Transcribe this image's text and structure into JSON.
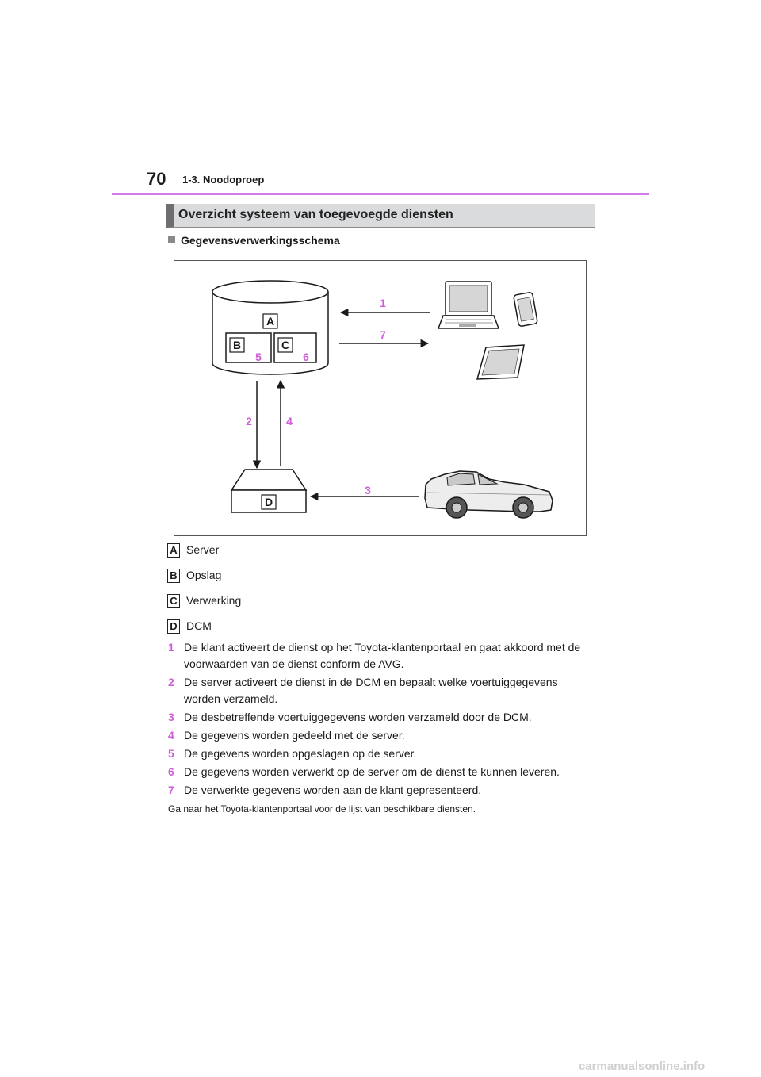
{
  "header": {
    "page_number": "70",
    "chapter": "1-3. Noodoproep"
  },
  "section_title": "Overzicht systeem van toegevoegde diensten",
  "subsection_title": "Gegevensverwerkingsschema",
  "figure": {
    "labels": {
      "a": "A",
      "b": "B",
      "c": "C",
      "d": "D"
    },
    "arrow_numbers": [
      "1",
      "7",
      "5",
      "6",
      "2",
      "4",
      "3"
    ]
  },
  "legend": [
    {
      "key": "A",
      "text": "Server"
    },
    {
      "key": "B",
      "text": "Opslag"
    },
    {
      "key": "C",
      "text": "Verwerking"
    },
    {
      "key": "D",
      "text": "DCM"
    }
  ],
  "steps": [
    {
      "num": "1",
      "text": "De klant activeert de dienst op het Toyota-klantenportaal en gaat akkoord met de voorwaarden van de dienst conform de AVG."
    },
    {
      "num": "2",
      "text": "De server activeert de dienst in de DCM en bepaalt welke voertuiggegevens worden verzameld."
    },
    {
      "num": "3",
      "text": "De desbetreffende voertuiggegevens worden verzameld door de DCM."
    },
    {
      "num": "4",
      "text": "De gegevens worden gedeeld met de server."
    },
    {
      "num": "5",
      "text": "De gegevens worden opgeslagen op de server."
    },
    {
      "num": "6",
      "text": "De gegevens worden verwerkt op de server om de dienst te kunnen leveren."
    },
    {
      "num": "7",
      "text": "De verwerkte gegevens worden aan de klant gepresenteerd."
    }
  ],
  "footnote": "Ga naar het Toyota-klantenportaal voor de lijst van beschikbare diensten.",
  "watermark": "carmanualsonline.info",
  "colors": {
    "accent": "#cf5ed8",
    "rule": "#d37be6"
  }
}
